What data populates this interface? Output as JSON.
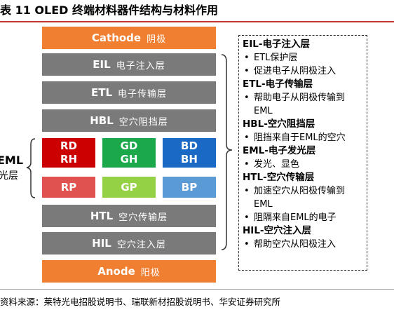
{
  "title": "表 11 OLED 终端材料器件结构与材料作用",
  "stack": {
    "cathode": {
      "en": "Cathode",
      "zh": "阴极"
    },
    "eil": {
      "en": "EIL",
      "zh": "电子注入层"
    },
    "etl": {
      "en": "ETL",
      "zh": "电子传输层"
    },
    "hbl": {
      "en": "HBL",
      "zh": "空穴阻挡层"
    },
    "htl": {
      "en": "HTL",
      "zh": "空穴传输层"
    },
    "hil": {
      "en": "HIL",
      "zh": "空穴注入层"
    },
    "anode": {
      "en": "Anode",
      "zh": "阳极"
    }
  },
  "eml": {
    "label": "EML",
    "sub": "发光层",
    "cells": [
      {
        "line1": "RD",
        "line2": "RH"
      },
      {
        "line1": "GD",
        "line2": "GH"
      },
      {
        "line1": "BD",
        "line2": "BH"
      },
      {
        "line1": "RP"
      },
      {
        "line1": "GP"
      },
      {
        "line1": "BP"
      }
    ]
  },
  "colors": {
    "gray_bar": "#7a7a7a",
    "orange_bar": "#f07f31",
    "red": "#cc0000",
    "green": "#1aa84a",
    "blue": "#1a69c5",
    "pink": "#e0524f",
    "lime": "#94d144",
    "light_blue": "#5b9bd5"
  },
  "panel": {
    "eil_head": "EIL-电子注入层",
    "eil_b1": "ETL保护层",
    "eil_b2": "促进电子从阴极注入",
    "etl_head": "ETL-电子传输层",
    "etl_b1": "帮助电子从阴极传输到EML",
    "hbl_head": "HBL-空穴阻挡层",
    "hbl_b1": "阻挡来自于EML的空穴",
    "eml_head": "EML-电子发光层",
    "eml_b1": "发光、显色",
    "htl_head": "HTL-空穴传输层",
    "htl_b1": "加速空穴从阳极传输到EML",
    "htl_b2": "阻隔来自EML的电子",
    "hil_head": "HIL-空穴注入层",
    "hil_b1": "帮助空穴从阳极注入"
  },
  "source": "资料来源：莱特光电招股说明书、瑞联新材招股说明书、华安证券研究所"
}
